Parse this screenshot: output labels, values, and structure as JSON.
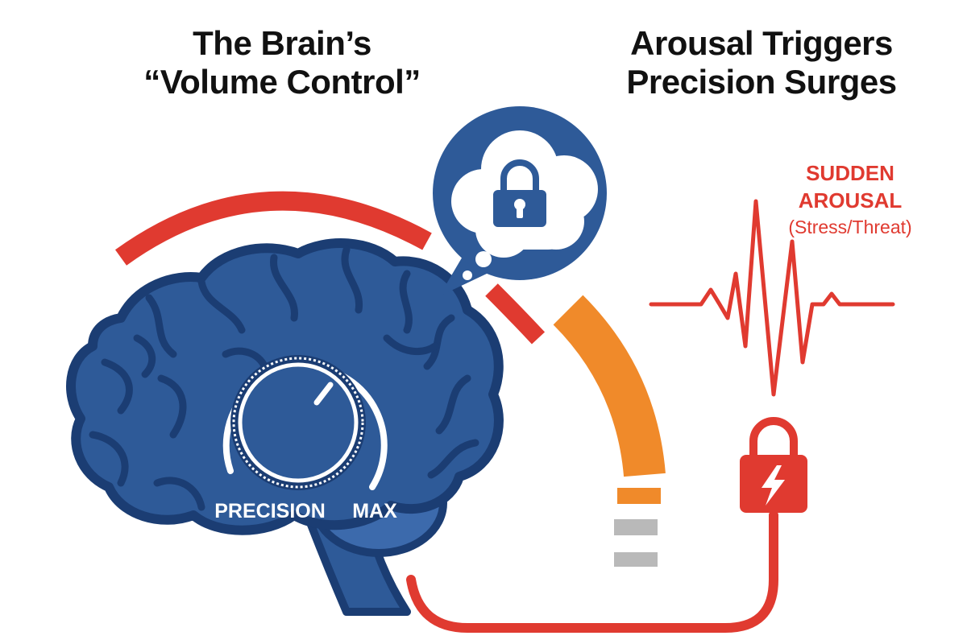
{
  "left_title": {
    "line1": "The Brain’s",
    "line2": "“Volume Control”"
  },
  "right_title": {
    "line1": "Arousal Triggers",
    "line2": "Precision Surges"
  },
  "dial": {
    "label": "PRECISION",
    "max_label": "MAX"
  },
  "alert": {
    "line1": "SUDDEN",
    "line2": "AROUSAL",
    "line3": "(Stress/Threat)"
  },
  "icons": [
    "brain-icon",
    "precision-dial-icon",
    "thought-bubble-icon",
    "lock-icon",
    "heartbeat-line-icon",
    "lock-lightning-icon"
  ],
  "colors": {
    "brain_blue": "#2e5a98",
    "brain_outline": "#1b3d73",
    "accent_red": "#e03a30",
    "accent_orange": "#f08a2a",
    "neutral_gray": "#b9b9b9",
    "text_dark": "#111111"
  }
}
